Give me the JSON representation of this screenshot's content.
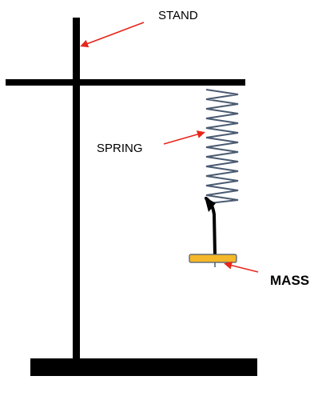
{
  "labels": {
    "stand": "STAND",
    "spring": "SPRING",
    "mass": "MASS"
  },
  "colors": {
    "stand": "#000000",
    "spring": "#4a5a72",
    "arrow_pointer": "#e8261c",
    "mass_fill": "#f5b82a",
    "mass_outline": "#4a5a72",
    "pull_arrow": "#000000"
  },
  "icons": {
    "pointer": "red-arrow",
    "pull": "black-up-arrow"
  }
}
